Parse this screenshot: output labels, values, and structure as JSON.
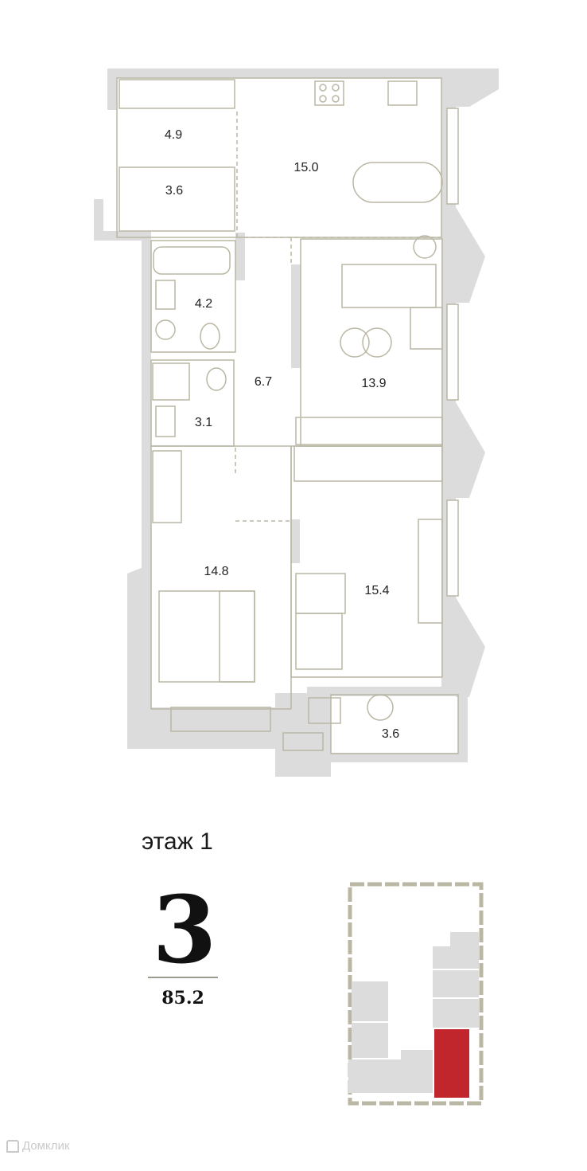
{
  "rooms": [
    {
      "id": "balcony-top",
      "area": "4.9"
    },
    {
      "id": "wardrobe-top",
      "area": "3.6"
    },
    {
      "id": "kitchen-dining",
      "area": "15.0"
    },
    {
      "id": "bathroom",
      "area": "4.2"
    },
    {
      "id": "hall",
      "area": "6.7"
    },
    {
      "id": "living-room",
      "area": "13.9"
    },
    {
      "id": "wc-shower",
      "area": "3.1"
    },
    {
      "id": "bedroom-main",
      "area": "14.8"
    },
    {
      "id": "bedroom-second",
      "area": "15.4"
    },
    {
      "id": "balcony-bottom",
      "area": "3.6"
    }
  ],
  "floor": "этаж 1",
  "rooms_count": "3",
  "total_area": "85.2",
  "colors": {
    "wall": "#dcdcdc",
    "line": "#bab7a4",
    "highlight": "#c0262b"
  },
  "watermark": "Домклик"
}
